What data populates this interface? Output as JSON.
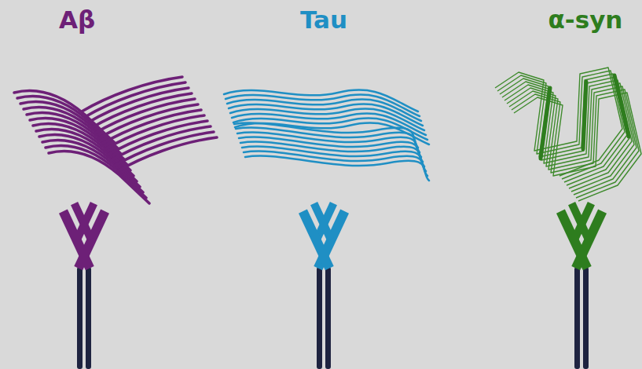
{
  "diagram": {
    "labels": [
      "Aβ",
      "Tau",
      "α-syn"
    ]
  }
}
